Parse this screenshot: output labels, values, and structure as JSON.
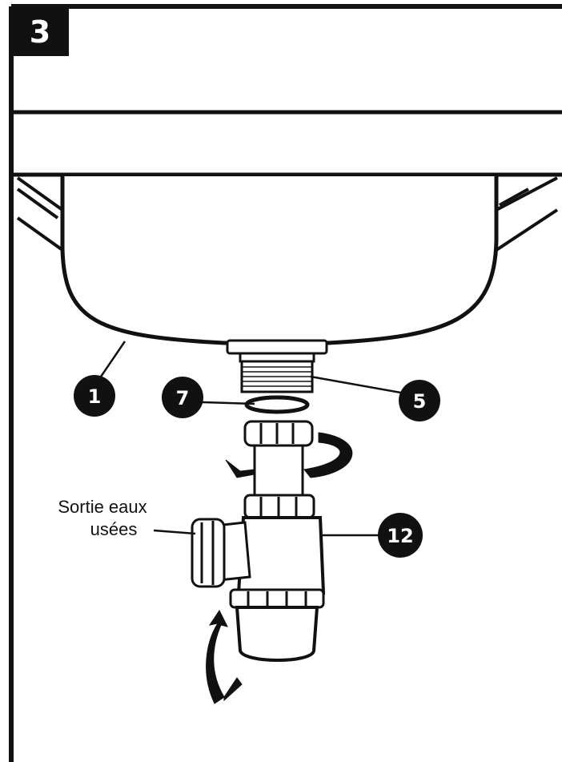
{
  "step_number": "3",
  "callouts": {
    "sink": "1",
    "drain_outlet": "5",
    "gasket": "7",
    "bottle_trap": "12"
  },
  "outlet_label": {
    "line1": "Sortie eaux",
    "line2": "usées"
  },
  "colors": {
    "ink": "#111111",
    "badge": "#111111",
    "background": "#ffffff"
  }
}
